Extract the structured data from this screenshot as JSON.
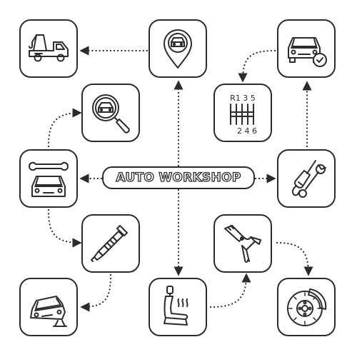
{
  "title": "AUTO WORKSHOP",
  "gearbox": {
    "top_label": "R1 3 5",
    "bottom_label": "2 4 6"
  },
  "nodes": [
    {
      "id": "tow-truck",
      "icon": "tow-truck-icon"
    },
    {
      "id": "location",
      "icon": "car-location-pin-icon"
    },
    {
      "id": "car-approved",
      "icon": "car-checkmark-icon"
    },
    {
      "id": "car-search",
      "icon": "car-magnifier-icon"
    },
    {
      "id": "gearbox",
      "icon": "gear-shift-icon"
    },
    {
      "id": "car-service",
      "icon": "car-wrench-icon"
    },
    {
      "id": "tools",
      "icon": "screwdriver-wrench-icon"
    },
    {
      "id": "spark-plug",
      "icon": "spark-plug-icon"
    },
    {
      "id": "jumper-cables",
      "icon": "jumper-cables-icon"
    },
    {
      "id": "car-jack",
      "icon": "car-jack-icon"
    },
    {
      "id": "heated-seat",
      "icon": "heated-seat-icon"
    },
    {
      "id": "brake-disc",
      "icon": "brake-disc-icon"
    }
  ],
  "colors": {
    "stroke": "#2b2b2b",
    "background": "#ffffff"
  }
}
